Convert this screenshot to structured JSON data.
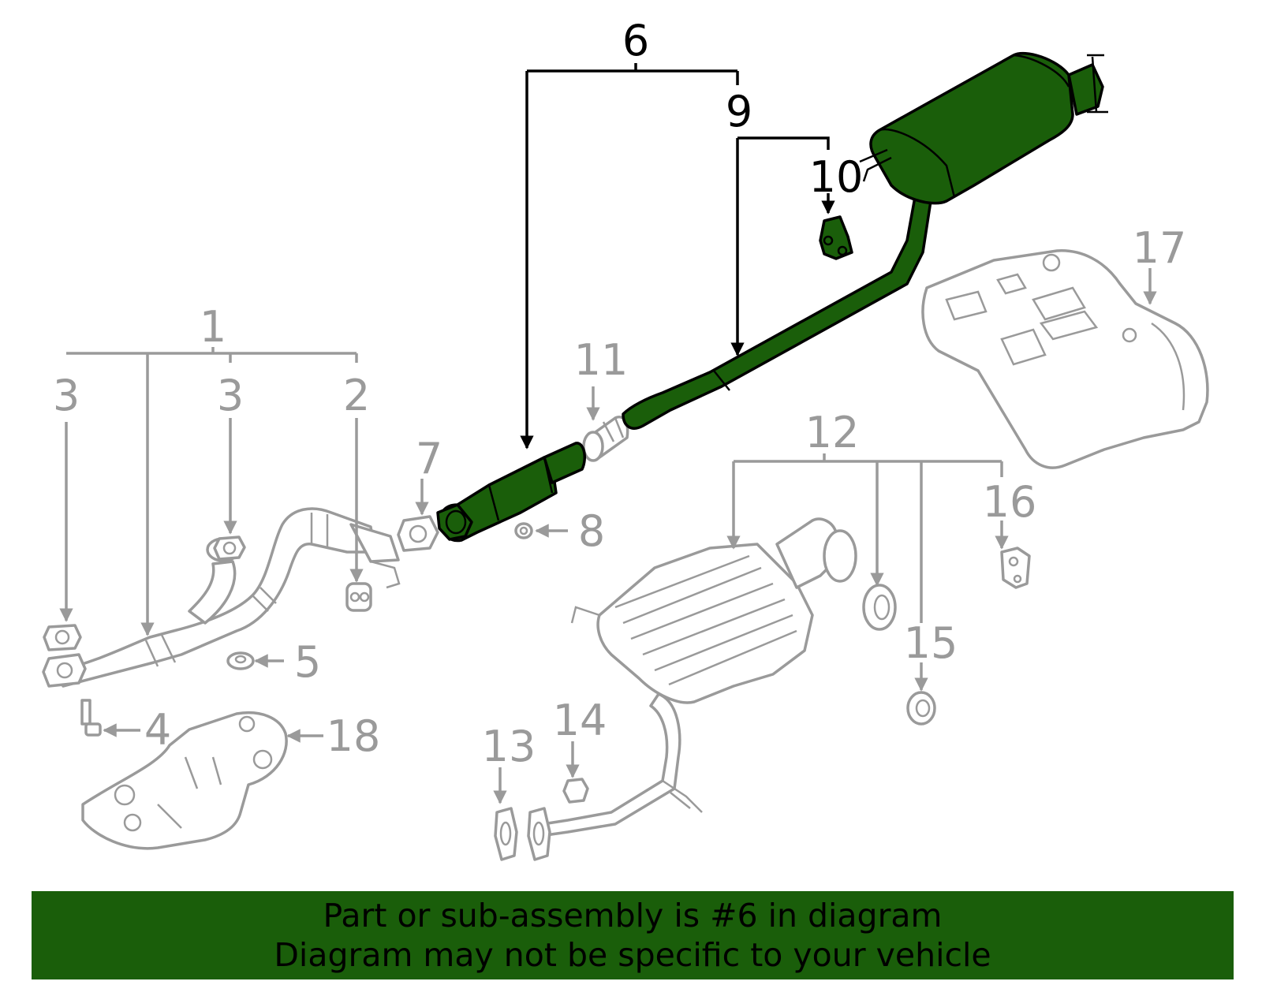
{
  "callouts": [
    {
      "id": "c1",
      "text": "1"
    },
    {
      "id": "c2",
      "text": "2"
    },
    {
      "id": "c3a",
      "text": "3"
    },
    {
      "id": "c3b",
      "text": "3"
    },
    {
      "id": "c4",
      "text": "4"
    },
    {
      "id": "c5",
      "text": "5"
    },
    {
      "id": "c6",
      "text": "6"
    },
    {
      "id": "c7",
      "text": "7"
    },
    {
      "id": "c8",
      "text": "8"
    },
    {
      "id": "c9",
      "text": "9"
    },
    {
      "id": "c10",
      "text": "10"
    },
    {
      "id": "c11",
      "text": "11"
    },
    {
      "id": "c12",
      "text": "12"
    },
    {
      "id": "c13",
      "text": "13"
    },
    {
      "id": "c14",
      "text": "14"
    },
    {
      "id": "c15",
      "text": "15"
    },
    {
      "id": "c16",
      "text": "16"
    },
    {
      "id": "c17",
      "text": "17"
    },
    {
      "id": "c18",
      "text": "18"
    }
  ],
  "highlighted_part": "6",
  "colors": {
    "highlight": "#1a5e0a",
    "line_gray": "#9a9a9a",
    "line_black": "#000000"
  },
  "banner": {
    "line1": "Part or sub-assembly is #6 in diagram",
    "line2": "Diagram may not be specific to your vehicle"
  }
}
